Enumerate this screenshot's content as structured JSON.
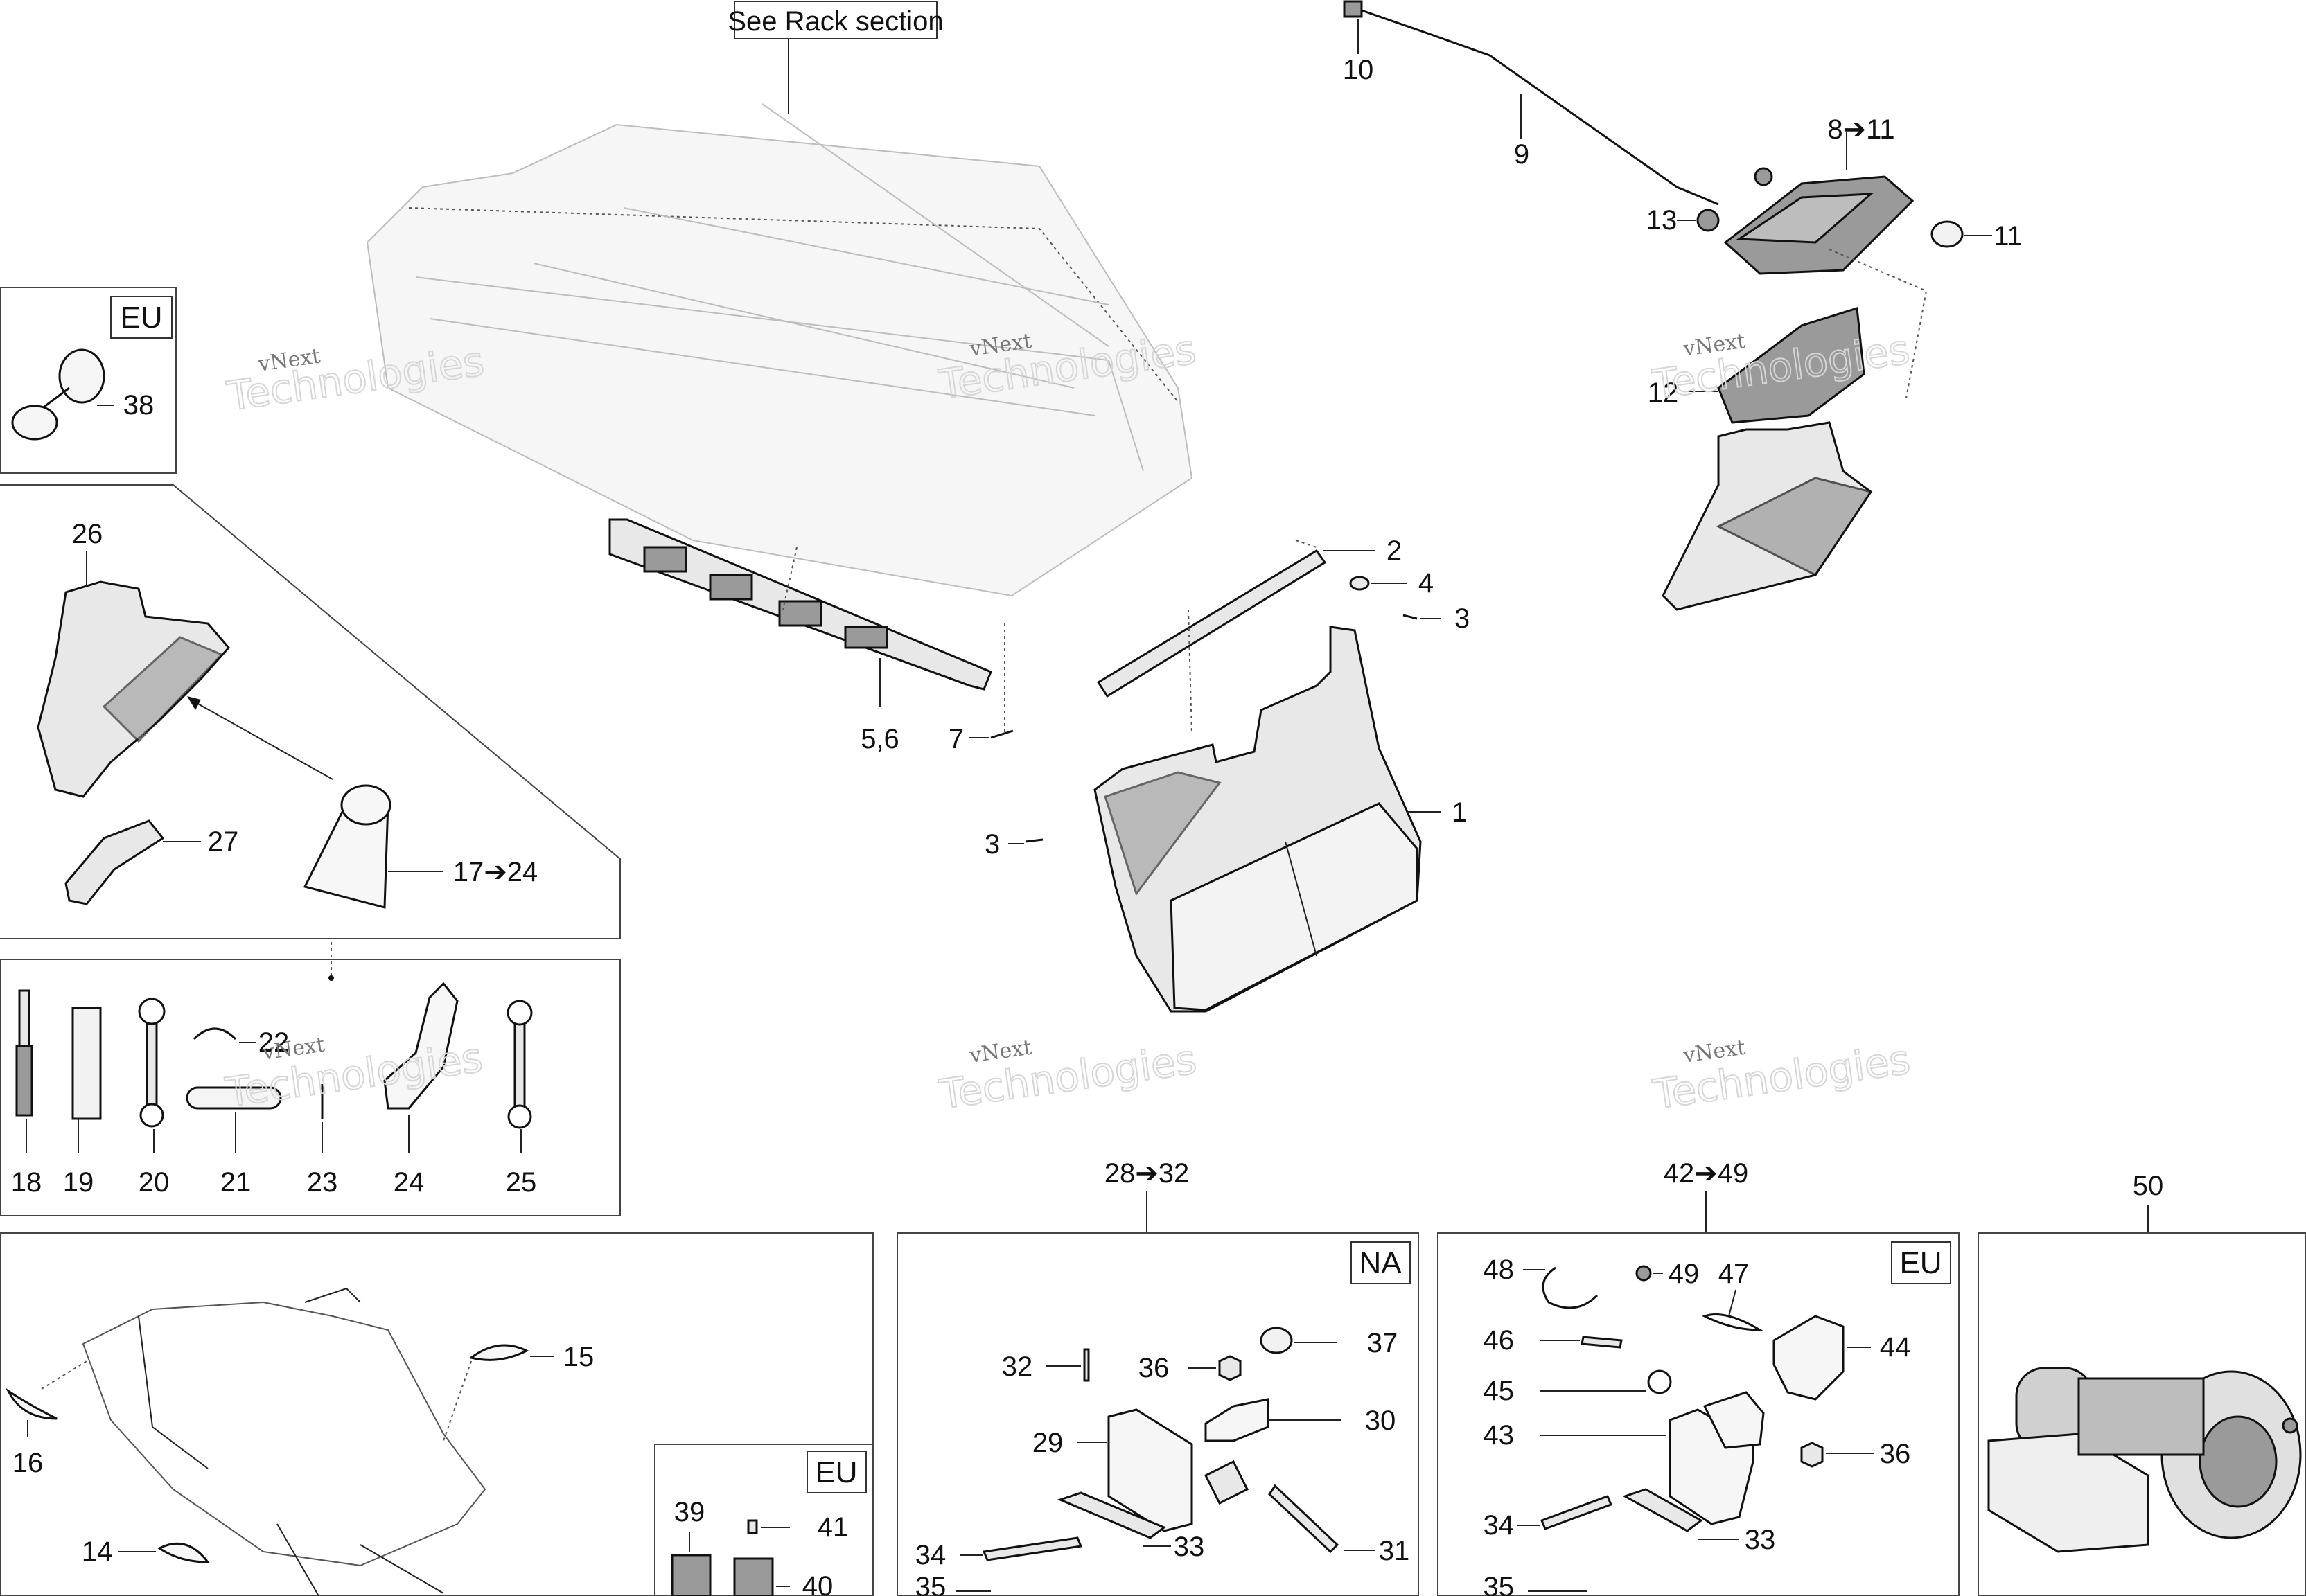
{
  "header_note": "See Rack section",
  "region_tags": {
    "eu_top": "EU",
    "na_box": "NA",
    "eu_box": "EU",
    "eu_small": "EU"
  },
  "labels": {
    "l10": "10",
    "l9": "9",
    "l8_11": "8➔11",
    "l13": "13",
    "l11": "11",
    "l12": "12",
    "l2": "2",
    "l4": "4",
    "l3a": "3",
    "l3b": "3",
    "l1": "1",
    "l5_6": "5,6",
    "l7": "7",
    "l38": "38",
    "l26": "26",
    "l27": "27",
    "l17_24": "17➔24",
    "l18": "18",
    "l19": "19",
    "l20": "20",
    "l21": "21",
    "l22": "22",
    "l23": "23",
    "l24": "24",
    "l25": "25",
    "l15": "15",
    "l16": "16",
    "l14": "14",
    "l39": "39",
    "l40": "40",
    "l41": "41",
    "l28_32": "28➔32",
    "l32": "32",
    "l36a": "36",
    "l37": "37",
    "l29": "29",
    "l30": "30",
    "l34a": "34",
    "l33a": "33",
    "l31": "31",
    "l35a": "35",
    "l42_49": "42➔49",
    "l48": "48",
    "l49": "49",
    "l47": "47",
    "l46": "46",
    "l44": "44",
    "l45": "45",
    "l43": "43",
    "l36b": "36",
    "l34b": "34",
    "l33b": "33",
    "l35b": "35",
    "l50": "50"
  },
  "watermarks": [
    {
      "line1": "vNext",
      "line2": "Technologies"
    },
    {
      "line1": "vNext",
      "line2": "Technologies"
    },
    {
      "line1": "vNext",
      "line2": "Technologies"
    },
    {
      "line1": "vNext",
      "line2": "Technologies"
    },
    {
      "line1": "vNext",
      "line2": "Technologies"
    },
    {
      "line1": "vNext",
      "line2": "Technologies"
    }
  ]
}
